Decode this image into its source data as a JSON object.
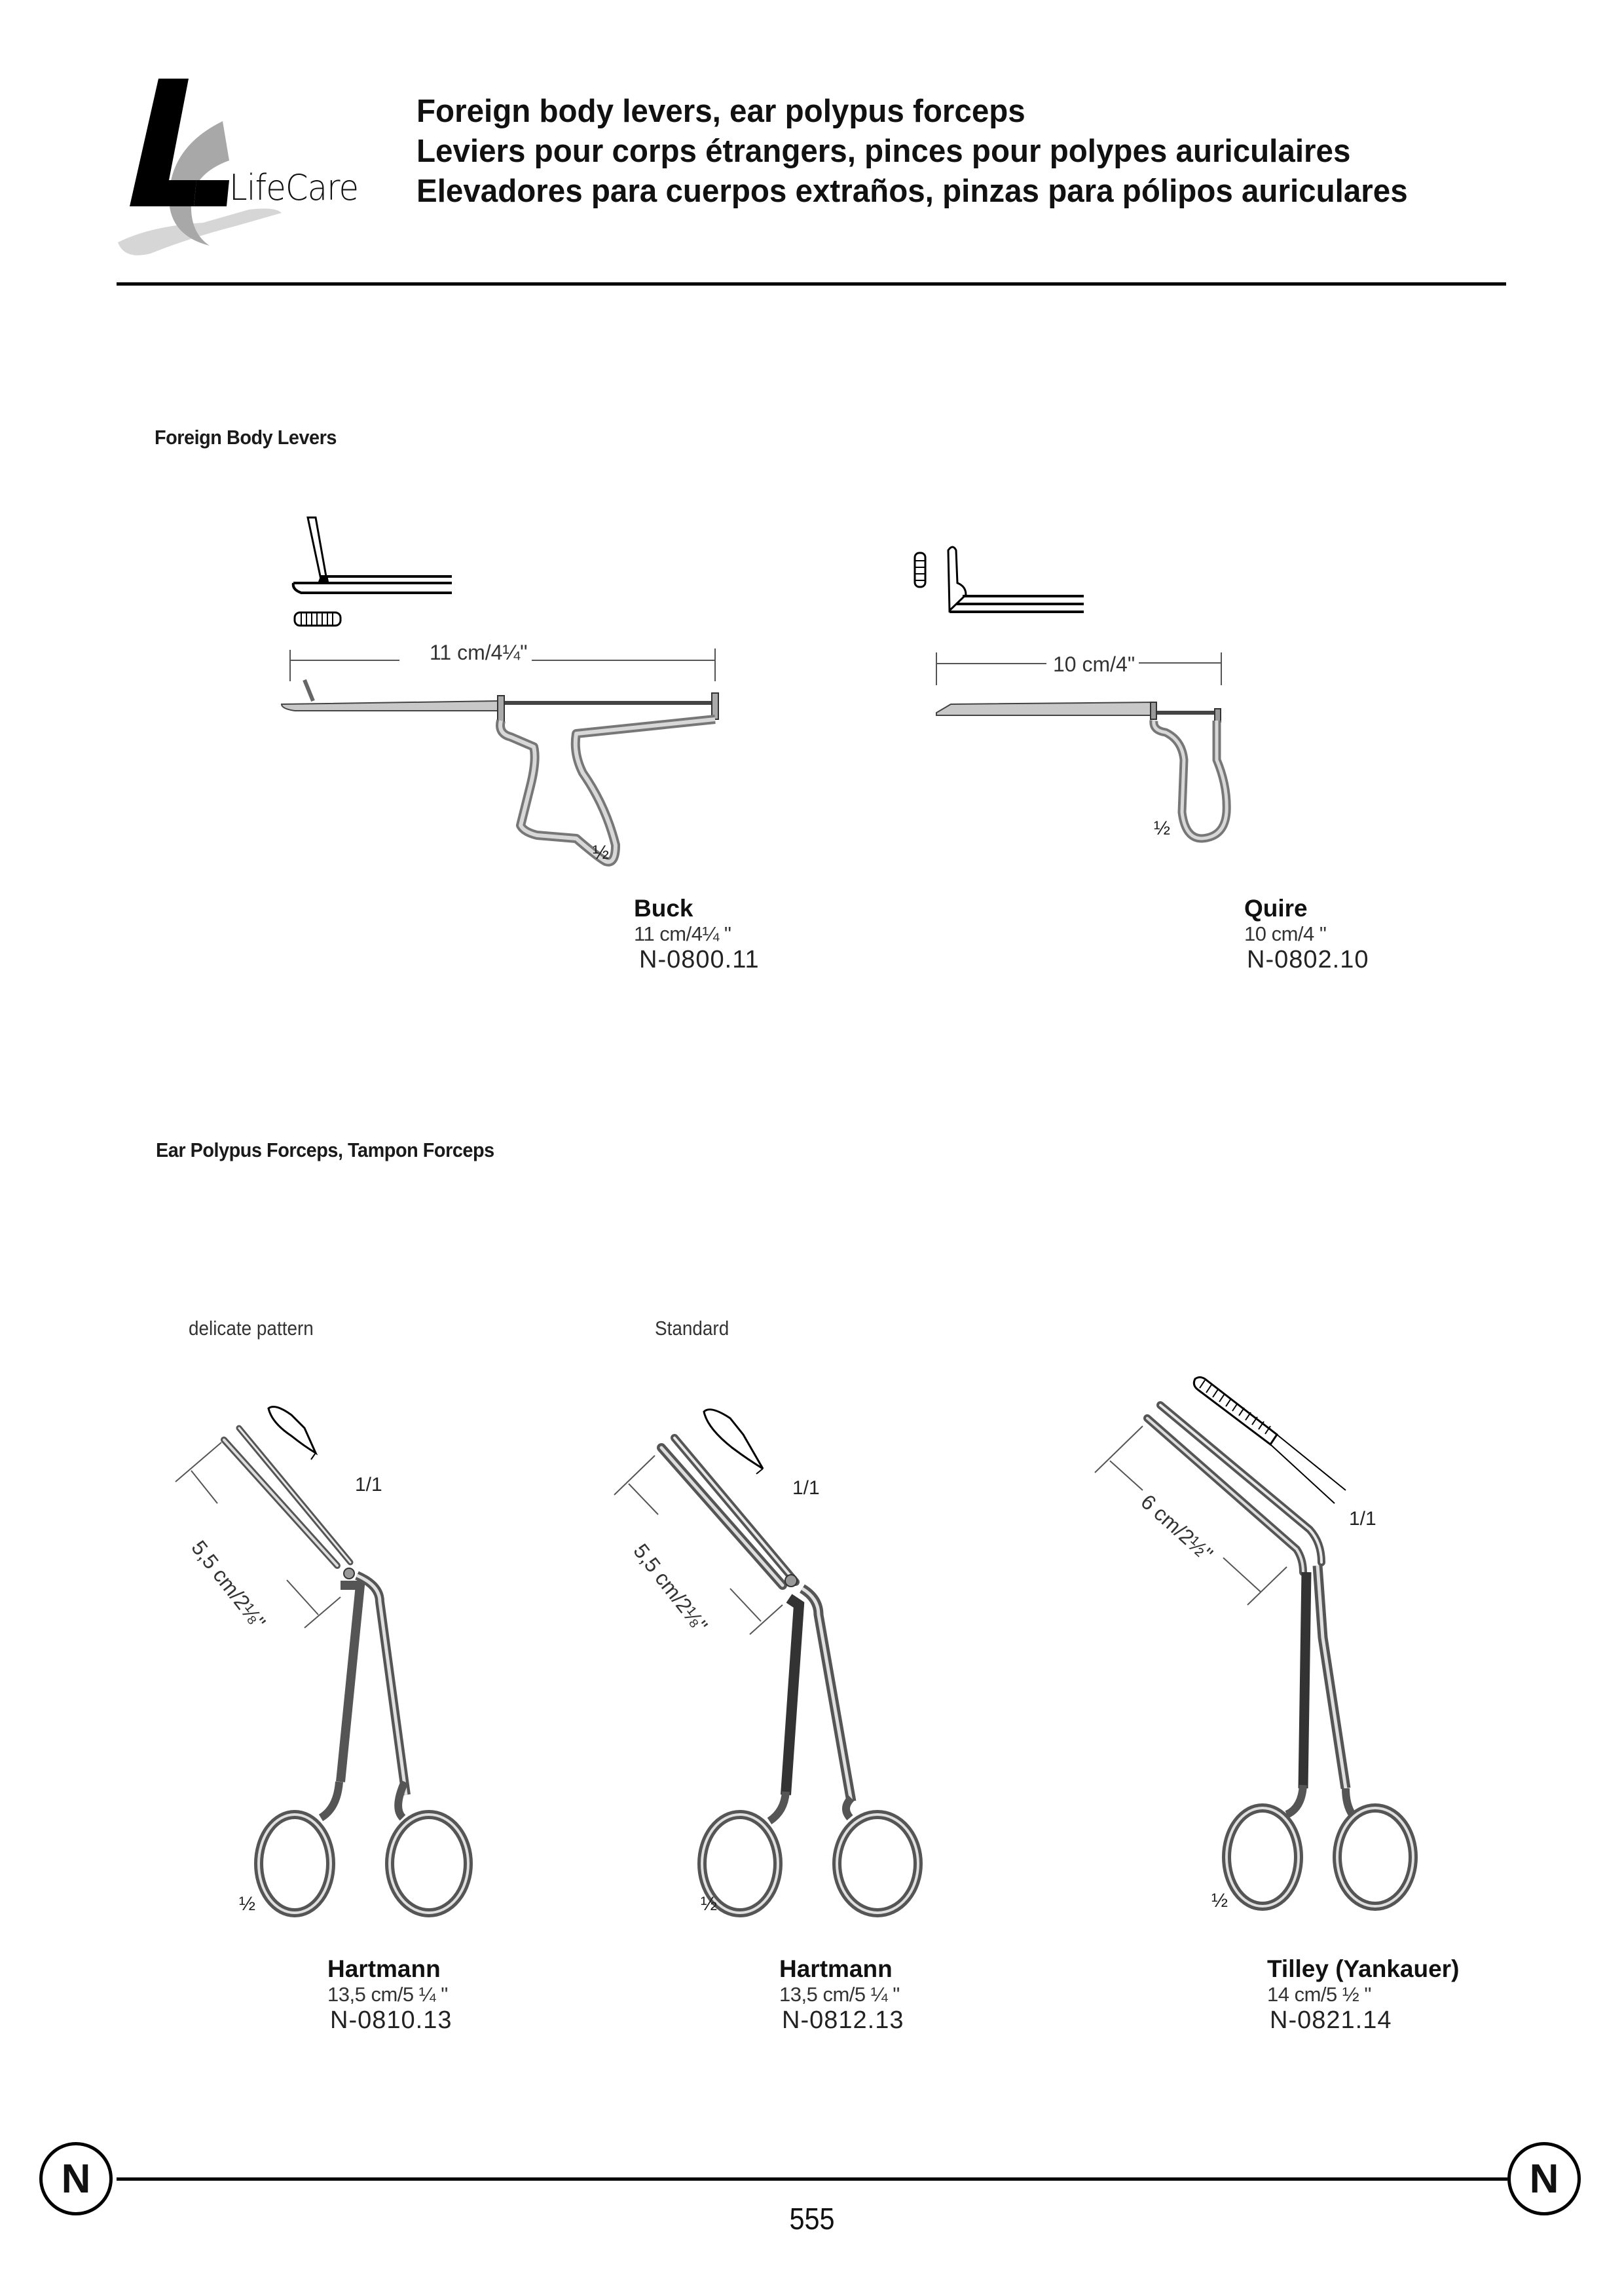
{
  "brand": {
    "name": "LifeCare"
  },
  "header": {
    "titles": [
      "Foreign body levers, ear polypus forceps",
      "Leviers pour corps étrangers, pinces pour polypes auriculaires",
      "Elevadores para cuerpos extraños, pinzas para pólipos auriculares"
    ]
  },
  "sections": [
    {
      "title": "Foreign Body Levers",
      "products": [
        {
          "name": "Buck",
          "size": "11 cm/4¼ \"",
          "code": "N-0800.11",
          "dimension_label": "11 cm/4¼\"",
          "scale": "½"
        },
        {
          "name": "Quire",
          "size": "10 cm/4 \"",
          "code": "N-0802.10",
          "dimension_label": "10 cm/4\"",
          "scale": "½"
        }
      ]
    },
    {
      "title": "Ear Polypus Forceps, Tampon Forceps",
      "variants": [
        "delicate pattern",
        "Standard"
      ],
      "products": [
        {
          "name": "Hartmann",
          "size": "13,5 cm/5 ¼ \"",
          "code": "N-0810.13",
          "dimension_label": "5,5 cm/2⅛\"",
          "tip_scale": "1/1",
          "scale": "½"
        },
        {
          "name": "Hartmann",
          "size": "13,5 cm/5 ¼ \"",
          "code": "N-0812.13",
          "dimension_label": "5,5 cm/2⅛\"",
          "tip_scale": "1/1",
          "scale": "½"
        },
        {
          "name": "Tilley (Yankauer)",
          "size": "14 cm/5 ½ \"",
          "code": "N-0821.14",
          "dimension_label": "6 cm/2½\"",
          "tip_scale": "1/1",
          "scale": "½"
        }
      ]
    }
  ],
  "footer": {
    "badge_letter": "N",
    "page_number": "555"
  }
}
